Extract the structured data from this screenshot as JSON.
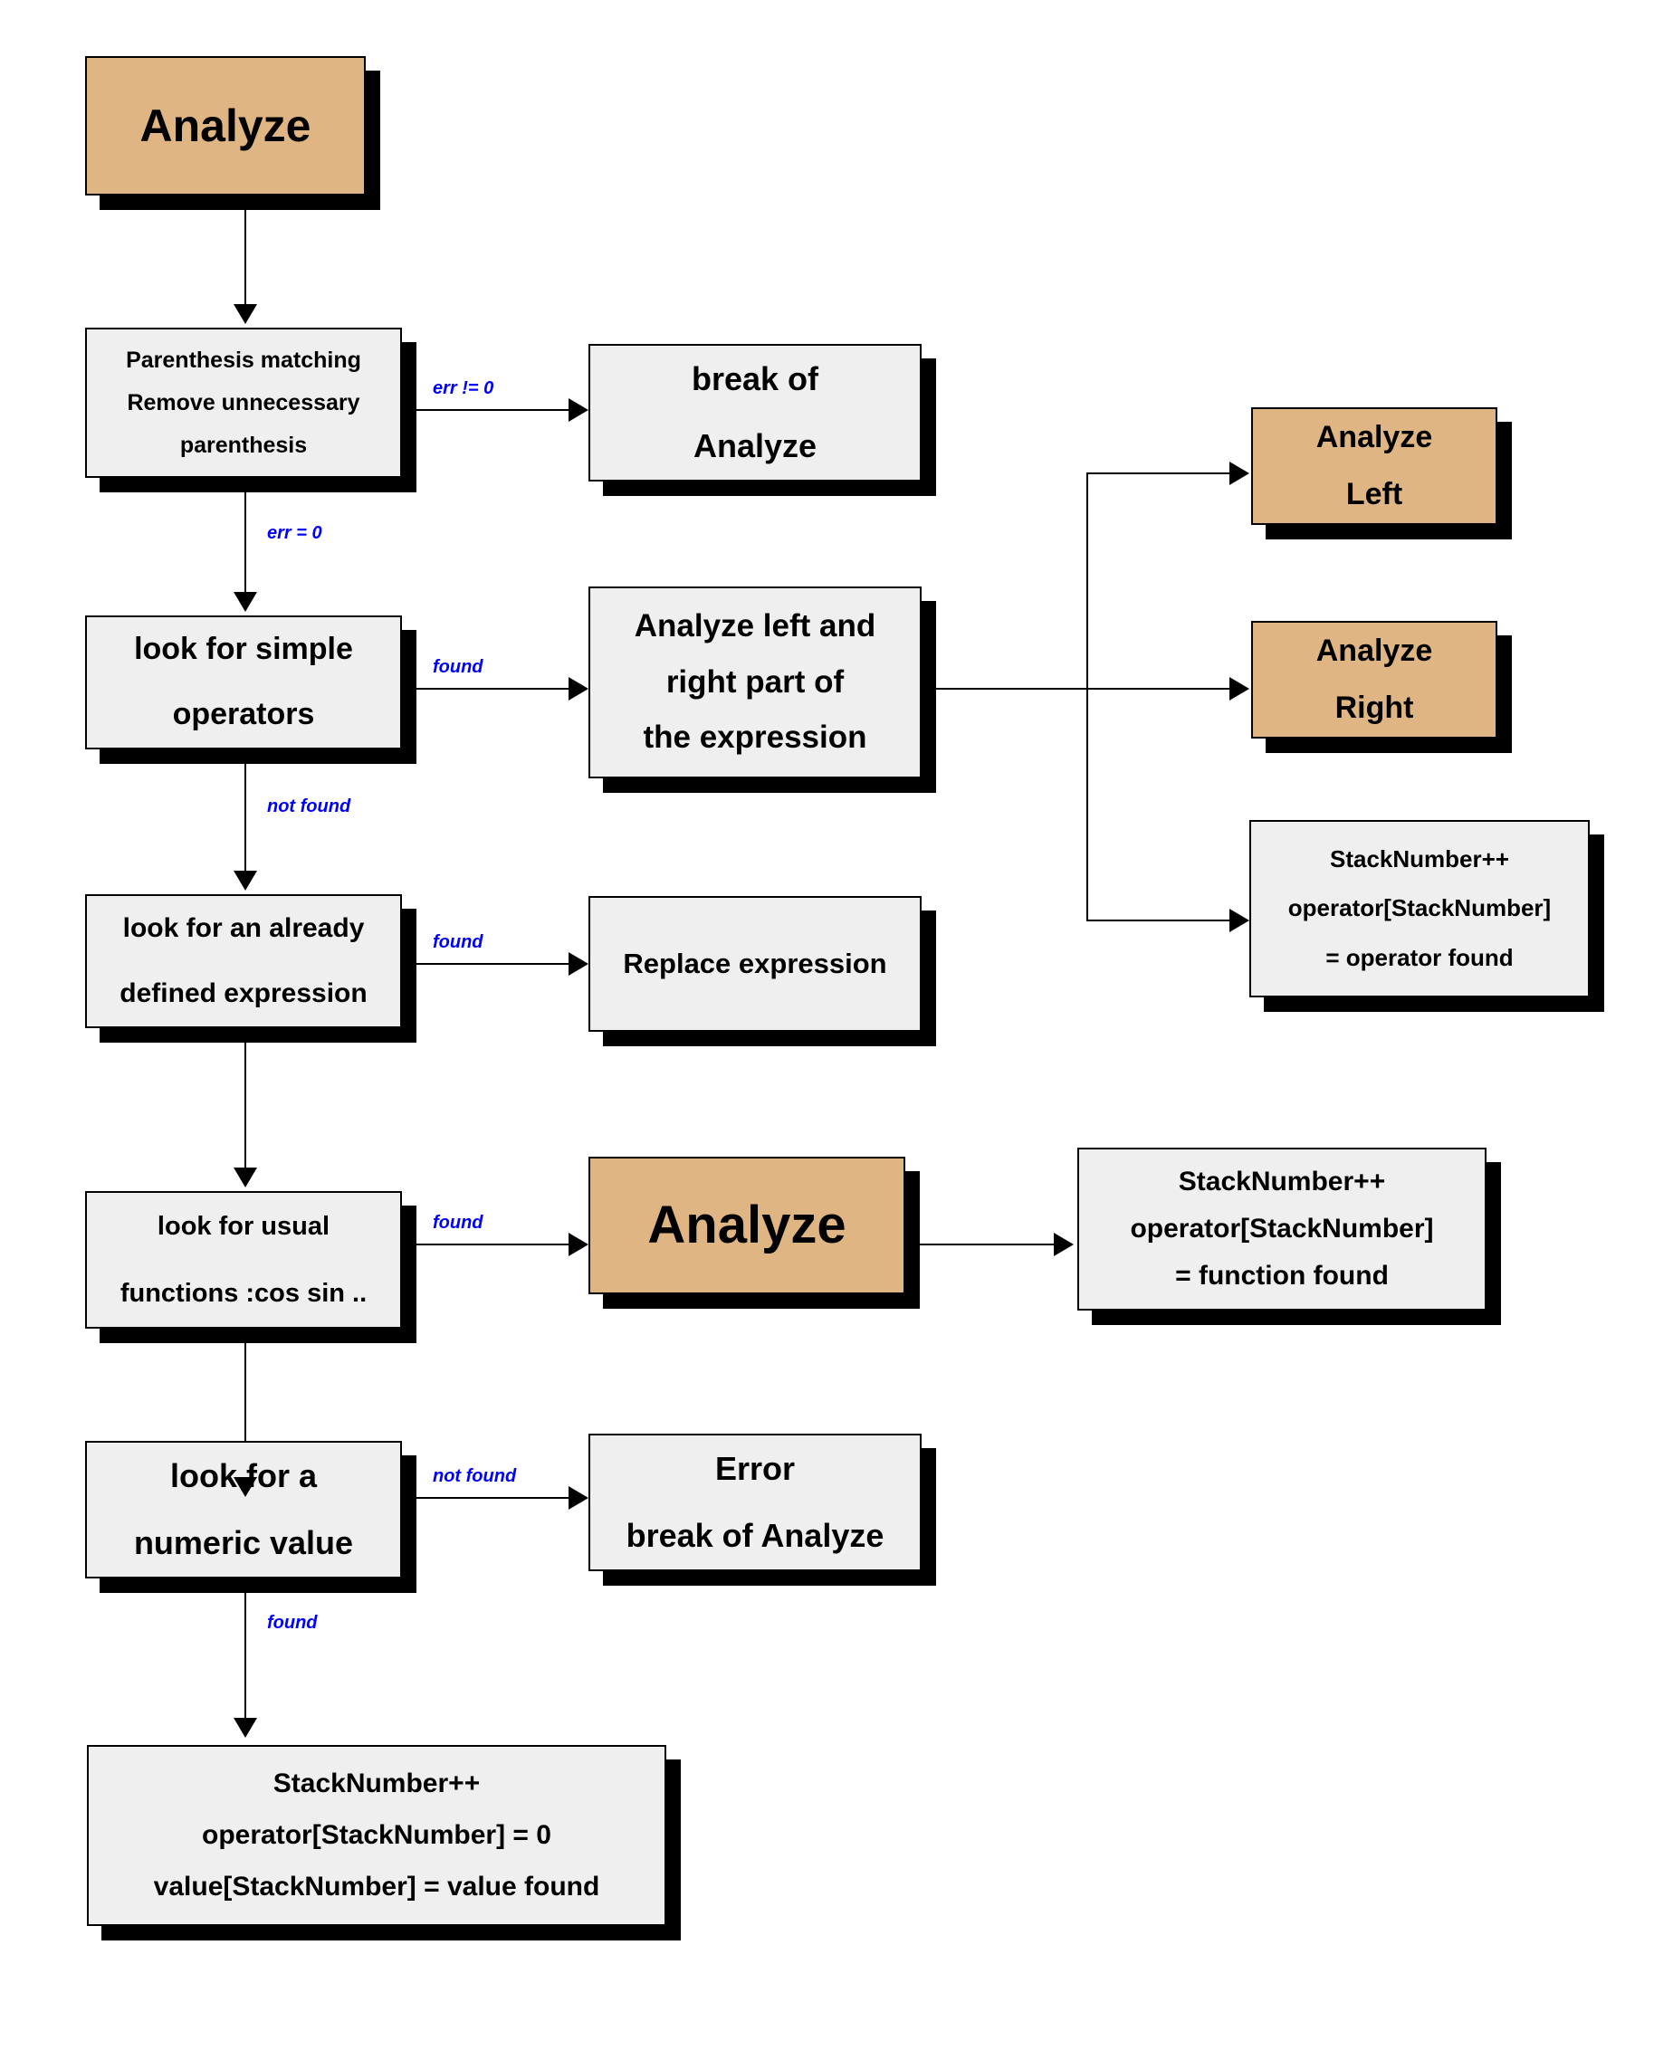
{
  "diagram": {
    "title": "Analyze recursive expression parser flowchart",
    "colors": {
      "node_fill_grey": "#efefef",
      "node_fill_tan": "#dfb683",
      "node_border": "#000000",
      "edge_label": "#0000ff",
      "shadow": "#000000",
      "background": "#ffffff"
    }
  },
  "nodes": {
    "analyze_start": {
      "line1": "Analyze"
    },
    "parenthesis": {
      "line1": "Parenthesis matching",
      "line2": "Remove unnecessary",
      "line3": "parenthesis"
    },
    "break_analyze": {
      "line1": "break of",
      "line2": "Analyze"
    },
    "simple_operators": {
      "line1": "look for simple",
      "line2": "operators"
    },
    "analyze_left_right": {
      "line1": "Analyze left and",
      "line2": "right part of",
      "line3": "the expression"
    },
    "analyze_left": {
      "line1": "Analyze",
      "line2": "Left"
    },
    "analyze_right": {
      "line1": "Analyze",
      "line2": "Right"
    },
    "stack_operator": {
      "line1": "StackNumber++",
      "line2": "operator[StackNumber]",
      "line3": "= operator found"
    },
    "defined_expression": {
      "line1": "look for an already",
      "line2": "defined expression"
    },
    "replace_expression": {
      "line1": "Replace expression"
    },
    "usual_functions": {
      "line1": "look for usual",
      "line2": "functions :cos sin .."
    },
    "analyze_recurse": {
      "line1": "Analyze"
    },
    "stack_function": {
      "line1": "StackNumber++",
      "line2": "operator[StackNumber]",
      "line3": "= function found"
    },
    "numeric_value": {
      "line1": "look for a",
      "line2": "numeric value"
    },
    "error_break": {
      "line1": "Error",
      "line2": "break of Analyze"
    },
    "stack_value": {
      "line1": "StackNumber++",
      "line2": "operator[StackNumber] = 0",
      "line3": "value[StackNumber] = value found"
    }
  },
  "edge_labels": {
    "err_not_zero": "err != 0",
    "err_zero": "err = 0",
    "operators_found": "found",
    "operators_not_found": "not found",
    "expression_found": "found",
    "functions_found": "found",
    "numeric_not_found": "not found",
    "numeric_found": "found"
  }
}
